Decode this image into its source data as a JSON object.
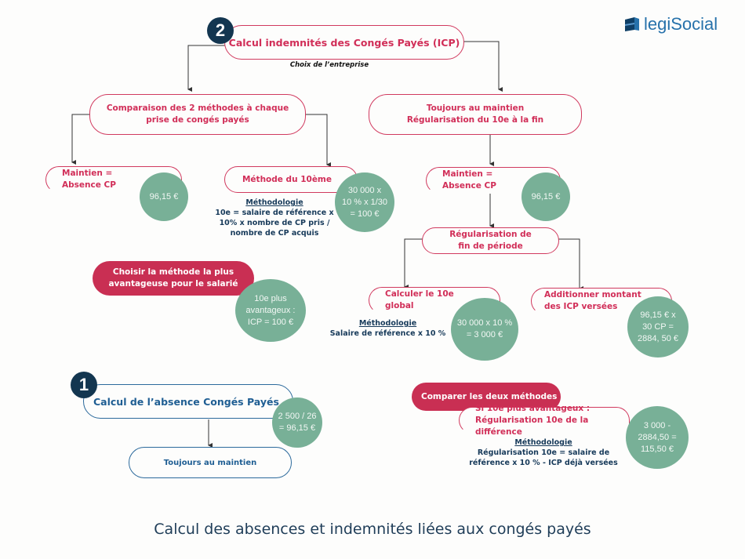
{
  "logo": {
    "text": "legiSocial",
    "icon": "legisocial-logo-icon"
  },
  "colors": {
    "accent_red": "#c92f53",
    "pink_text": "#d12e58",
    "green_circle": "#78b097",
    "navy": "#133650",
    "blue": "#1f5e93"
  },
  "section2": {
    "badge": "2",
    "title": "Calcul indemnités des Congés Payés (ICP)",
    "subtitle": "Choix de l’entreprise",
    "left": {
      "title": "Comparaison des 2 méthodes à chaque\nprise de congés payés",
      "maintien": {
        "label": "Maintien =\nAbsence CP",
        "value": "96,15 €"
      },
      "dixieme": {
        "label": "Méthode du 10ème",
        "value": "30 000 x\n10 % x 1/30\n= 100 €",
        "method_title": "Méthodologie",
        "method_body": "10e = salaire de référence x\n10% x nombre de CP pris /\nnombre de CP acquis"
      },
      "choose": {
        "label": "Choisir la méthode la plus\navantageuse pour  le salarié",
        "value": "10e plus\navantageux :\nICP = 100 €"
      }
    },
    "right": {
      "title": "Toujours au maintien\nRégularisation du 10e à la fin",
      "maintien": {
        "label": "Maintien =\nAbsence CP",
        "value": "96,15 €"
      },
      "regul": {
        "label": "Régularisation de\nfin de période"
      },
      "global10": {
        "label": "Calculer le 10e\nglobal",
        "value": "30 000 x 10 %\n= 3 000 €",
        "method_title": "Méthodologie",
        "method_body": "Salaire de référence x 10 %"
      },
      "sum_icp": {
        "label": "Additionner montant\ndes ICP versées",
        "value": "96,15 € x\n30 CP =\n2884, 50 €"
      },
      "compare": {
        "label": "Comparer les deux méthodes",
        "detail": "Si 10e plus avantageux :\nRégularisation 10e de la différence",
        "value": "3 000 -\n2884,50 =\n115,50 €",
        "method_title": "Méthodologie",
        "method_body": "Régularisation  10e = salaire de\nréférence x 10 % - ICP déjà versées"
      }
    }
  },
  "section1": {
    "badge": "1",
    "title": "Calcul de l’absence Congés Payés",
    "value": "2 500 / 26\n= 96,15 €",
    "child": "Toujours au maintien"
  },
  "footer": "Calcul des absences et indemnités liées aux congés payés"
}
